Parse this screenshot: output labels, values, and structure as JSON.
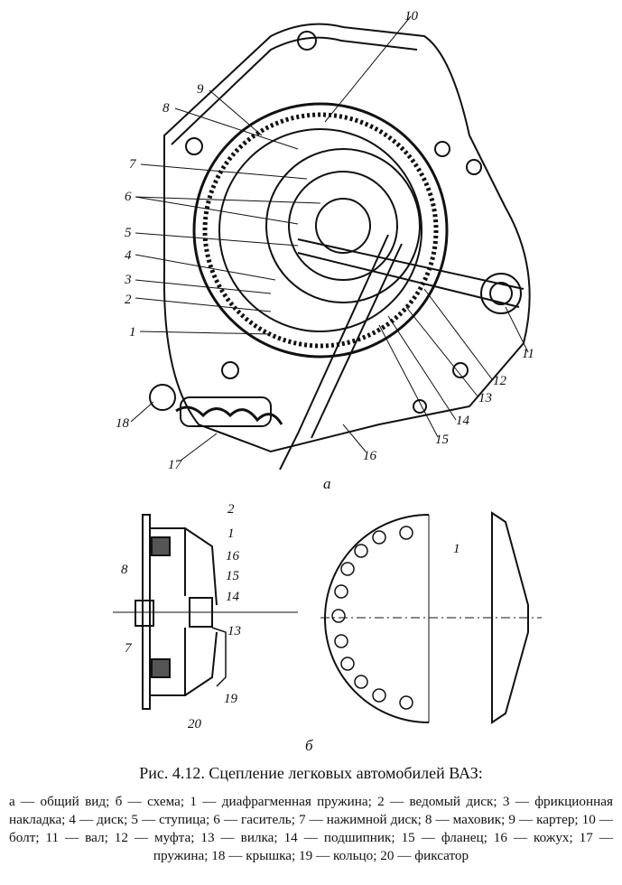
{
  "figure_a": {
    "sublabel": "а",
    "callouts": [
      "1",
      "2",
      "3",
      "4",
      "5",
      "6",
      "7",
      "8",
      "9",
      "10",
      "11",
      "12",
      "13",
      "14",
      "15",
      "16",
      "17",
      "18"
    ]
  },
  "figure_b": {
    "sublabel": "б",
    "callouts_left": [
      "2",
      "1",
      "16",
      "15",
      "14",
      "13",
      "8",
      "7",
      "19",
      "20"
    ],
    "callout_right": "1"
  },
  "caption": {
    "title": "Рис. 4.12. Сцепление легковых автомобилей ВАЗ:",
    "legend": "а — общий вид; б — схема; 1 — диафрагменная пружина; 2 — ведомый диск; 3 — фрикционная накладка; 4 — диск; 5 — ступица; 6 — гаситель; 7 — нажимной диск; 8 — маховик; 9 — картер; 10 — болт; 11 — вал; 12 — муфта; 13 — вилка; 14 — подшипник; 15 — фланец; 16 — кожух; 17 — пружина; 18 — крышка; 19 — кольцо; 20 — фиксатор"
  }
}
